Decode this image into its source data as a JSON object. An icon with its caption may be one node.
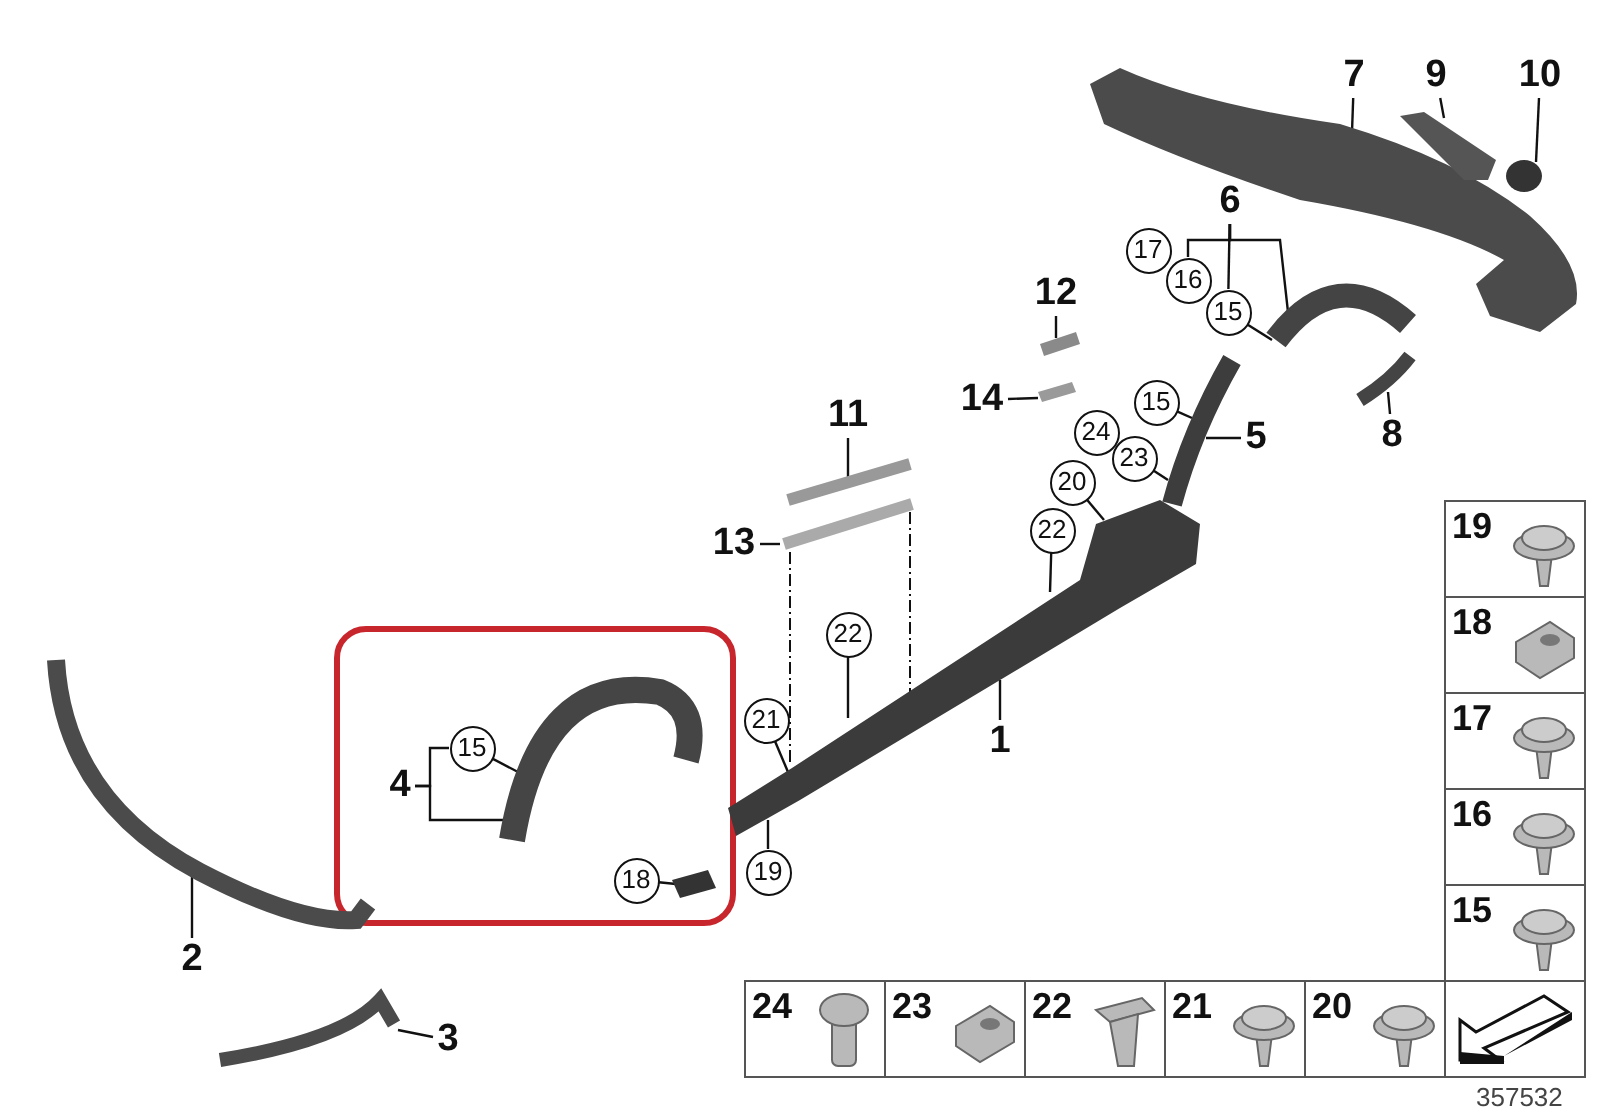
{
  "diagram": {
    "nodes": [
      {
        "text": [
          "7"
        ]
      },
      {
        "text": [
          "9"
        ]
      },
      {
        "text": [
          "10"
        ]
      },
      {
        "text": [
          "6"
        ]
      },
      {
        "text": [
          "17"
        ]
      },
      {
        "text": [
          "16"
        ]
      },
      {
        "text": [
          "15"
        ]
      },
      {
        "text": [
          "12"
        ]
      },
      {
        "text": [
          "11"
        ]
      },
      {
        "text": [
          "14"
        ]
      },
      {
        "text": [
          "15"
        ]
      },
      {
        "text": [
          "24"
        ]
      },
      {
        "text": [
          "5"
        ]
      },
      {
        "text": [
          "8"
        ]
      },
      {
        "text": [
          "23"
        ]
      },
      {
        "text": [
          "20"
        ]
      },
      {
        "text": [
          "13"
        ]
      },
      {
        "text": [
          "22"
        ]
      },
      {
        "text": [],
        "shape": "box"
      },
      {
        "text": [
          "22"
        ]
      },
      {
        "text": [
          "21"
        ]
      },
      {
        "text": [
          "1"
        ]
      },
      {
        "text": [
          "4"
        ],
        "in": 18
      },
      {
        "text": [
          "15"
        ],
        "in": 18
      },
      {
        "text": [
          "18"
        ],
        "in": 18
      },
      {
        "text": [
          "19"
        ]
      },
      {
        "text": [
          "2"
        ]
      },
      {
        "text": [
          "3"
        ]
      },
      {
        "text": [],
        "shape": "picture"
      },
      {
        "text": [],
        "shape": "picture"
      },
      {
        "text": [],
        "shape": "picture"
      },
      {
        "text": [],
        "shape": "picture"
      },
      {
        "text": [],
        "shape": "picture"
      },
      {
        "text": [],
        "shape": "picture"
      },
      {
        "text": [],
        "shape": "picture"
      },
      {
        "text": [],
        "shape": "picture"
      },
      {
        "text": [],
        "shape": "picture"
      },
      {
        "text": [],
        "shape": "picture"
      },
      {
        "text": [],
        "shape": "picture"
      },
      {
        "text": [],
        "shape": "picture",
        "in": 18
      },
      {
        "text": [],
        "shape": "picture",
        "in": 18
      },
      {
        "text": [],
        "shape": "picture"
      },
      {
        "text": [],
        "shape": "picture"
      }
    ],
    "edges": [
      {
        "from": 0,
        "to": 28,
        "arrow": "none"
      },
      {
        "from": 1,
        "to": 29,
        "arrow": "none"
      },
      {
        "from": 2,
        "to": 30,
        "arrow": "none"
      },
      {
        "from": 3,
        "to": 5,
        "arrow": "none"
      },
      {
        "from": 3,
        "to": 6,
        "arrow": "none"
      },
      {
        "from": 3,
        "to": 31,
        "arrow": "none"
      },
      {
        "from": 6,
        "to": 31,
        "arrow": "none"
      },
      {
        "from": 7,
        "to": 34,
        "arrow": "none"
      },
      {
        "from": 8,
        "to": 36,
        "arrow": "none"
      },
      {
        "from": 9,
        "to": 35,
        "arrow": "none"
      },
      {
        "from": 10,
        "to": 32,
        "arrow": "none"
      },
      {
        "from": 12,
        "to": 32,
        "arrow": "none"
      },
      {
        "from": 13,
        "to": 33,
        "arrow": "none"
      },
      {
        "from": 14,
        "to": 32,
        "arrow": "none"
      },
      {
        "from": 15,
        "to": 38,
        "arrow": "none"
      },
      {
        "from": 16,
        "to": 37,
        "arrow": "none"
      },
      {
        "from": 17,
        "to": 38,
        "arrow": "none"
      },
      {
        "from": 19,
        "to": 38,
        "arrow": "none"
      },
      {
        "from": 20,
        "to": 38,
        "arrow": "none"
      },
      {
        "from": 21,
        "to": 38,
        "arrow": "none"
      },
      {
        "from": 22,
        "to": 23,
        "arrow": "none"
      },
      {
        "from": 22,
        "to": 39,
        "arrow": "none"
      },
      {
        "from": 23,
        "to": 39,
        "arrow": "none"
      },
      {
        "from": 24,
        "to": 40,
        "arrow": "none"
      },
      {
        "from": 25,
        "to": 38,
        "arrow": "none"
      },
      {
        "from": 26,
        "to": 41,
        "arrow": "none"
      },
      {
        "from": 27,
        "to": 42,
        "arrow": "none"
      },
      {
        "from": 37,
        "to": 38,
        "arrow": "none",
        "style": "dashed"
      },
      {
        "from": 37,
        "to": 38,
        "arrow": "none",
        "style": "dashed"
      }
    ],
    "labels": [
      "19",
      "18",
      "17",
      "16",
      "15",
      "24",
      "23",
      "22",
      "21",
      "20",
      "357532"
    ]
  }
}
